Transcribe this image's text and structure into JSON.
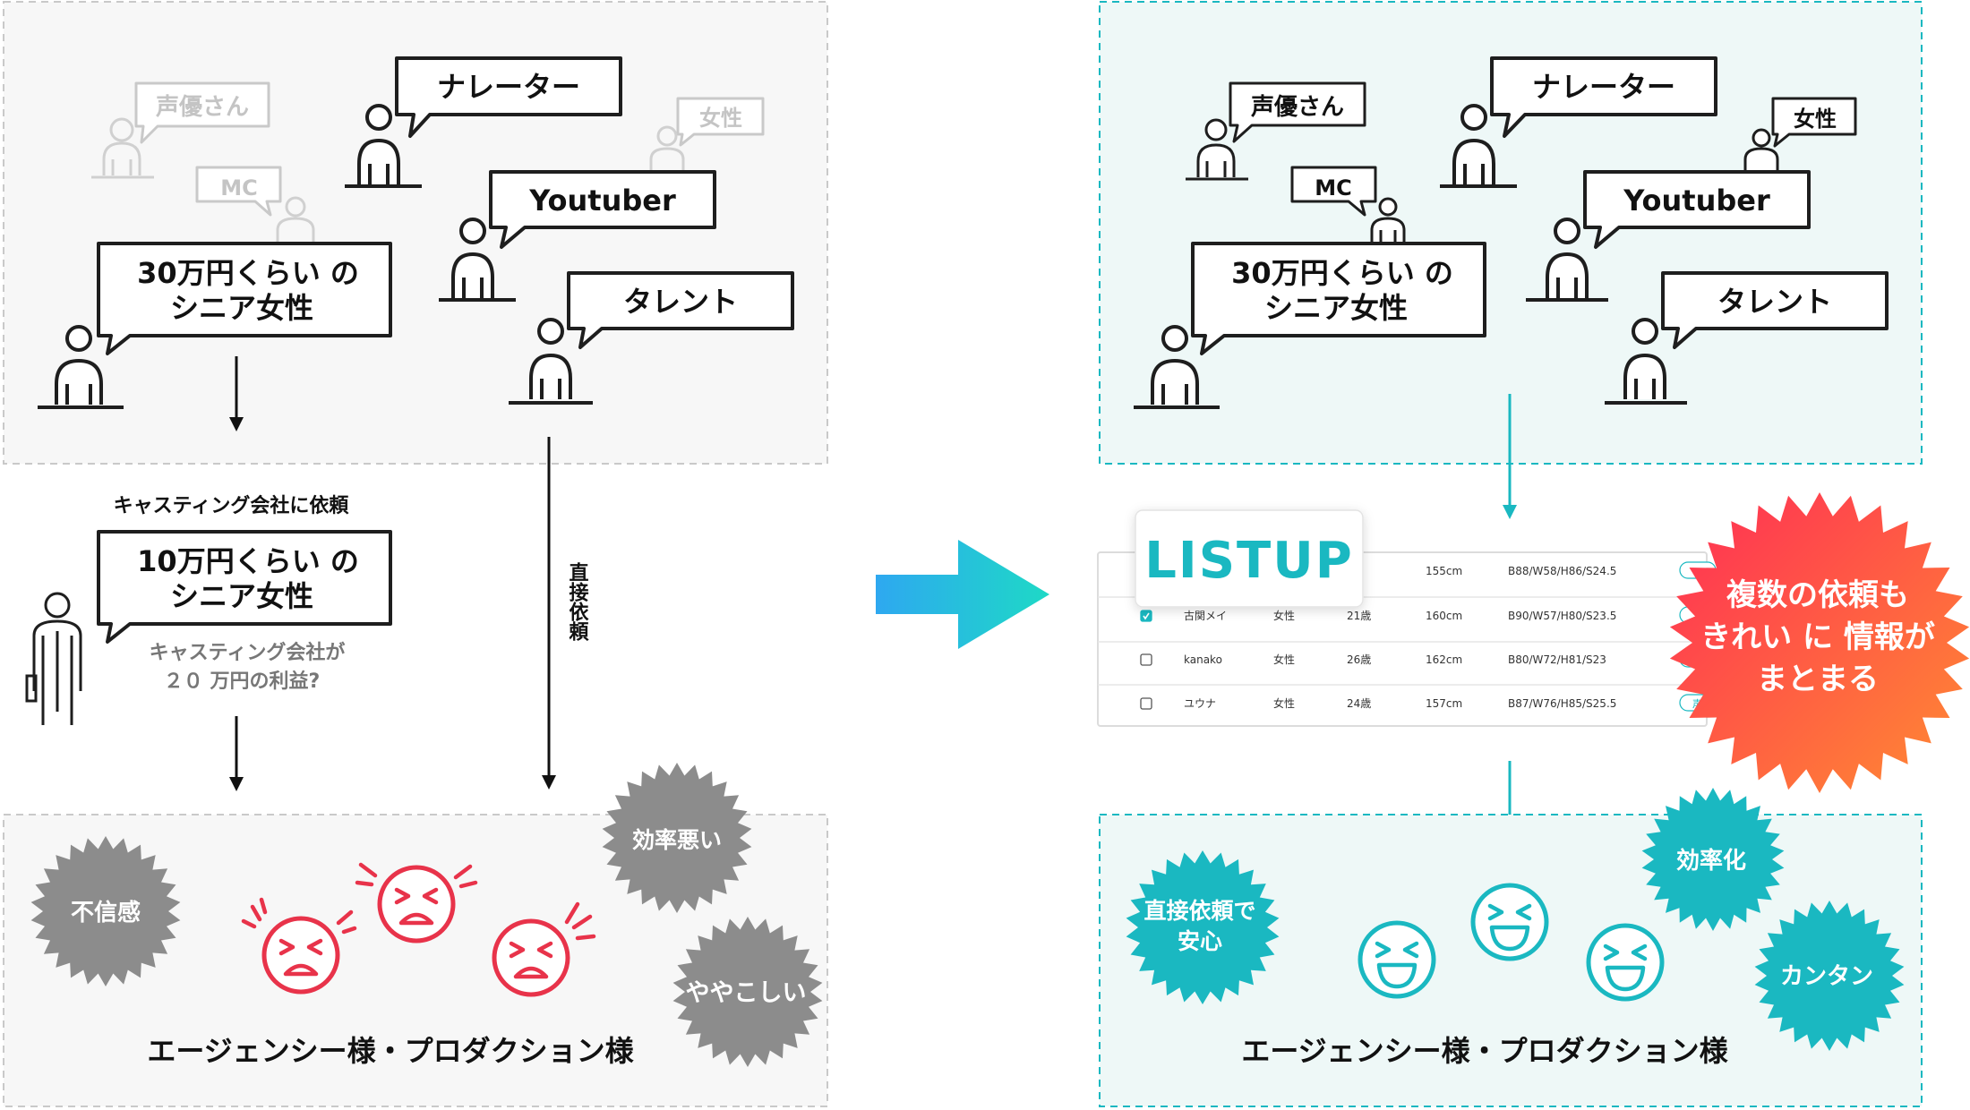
{
  "colors": {
    "teal": "#1ab8c1",
    "gray_burst": "#8c8c8c",
    "red_face": "#e8334a",
    "panel_gray": "#f7f7f7",
    "panel_teal": "#eef8f7",
    "burst_gradient_start": "#ff2d55",
    "burst_gradient_end": "#ff8c32"
  },
  "before": {
    "faded_bubbles": [
      "声優さん",
      "MC",
      "女性"
    ],
    "bubbles": {
      "narrator": "ナレーター",
      "youtuber": "Youtuber",
      "talent": "タレント",
      "request_line1": "30万円くらい の",
      "request_line2": "シニア女性"
    },
    "casting_label": "キャスティング会社に依頼",
    "casting_bubble_line1": "10万円くらい の",
    "casting_bubble_line2": "シニア女性",
    "profit_line1": "キャスティング会社が",
    "profit_line2": "２０ 万円の利益?",
    "direct_label": "直接依頼",
    "bursts": [
      "不信感",
      "効率悪い",
      "ややこしい"
    ],
    "footer": "エージェンシー様・プロダクション様"
  },
  "after": {
    "bubbles": {
      "voice": "声優さん",
      "narrator": "ナレーター",
      "female": "女性",
      "mc": "MC",
      "youtuber": "Youtuber",
      "talent": "タレント",
      "request_line1": "30万円くらい の",
      "request_line2": "シニア女性"
    },
    "logo": "LISTUP",
    "table": {
      "rows": [
        {
          "checked": false,
          "name": "",
          "gender": "",
          "age": "歳",
          "height": "155cm",
          "size": "B88/W58/H86/S24.5"
        },
        {
          "checked": true,
          "name": "古関メイ",
          "gender": "女性",
          "age": "21歳",
          "height": "160cm",
          "size": "B90/W57/H80/S23.5"
        },
        {
          "checked": false,
          "name": "kanako",
          "gender": "女性",
          "age": "26歳",
          "height": "162cm",
          "size": "B80/W72/H81/S23"
        },
        {
          "checked": false,
          "name": "ユウナ",
          "gender": "女性",
          "age": "24歳",
          "height": "157cm",
          "size": "B87/W76/H85/S25.5"
        }
      ],
      "tag_partial": "声"
    },
    "highlight_burst": [
      "複数の依頼も",
      "きれい に 情報が",
      "まとまる"
    ],
    "bursts": {
      "anshin_line1": "直接依頼で",
      "anshin_line2": "安心",
      "efficiency": "効率化",
      "simple": "カンタン"
    },
    "footer": "エージェンシー様・プロダクション様"
  }
}
